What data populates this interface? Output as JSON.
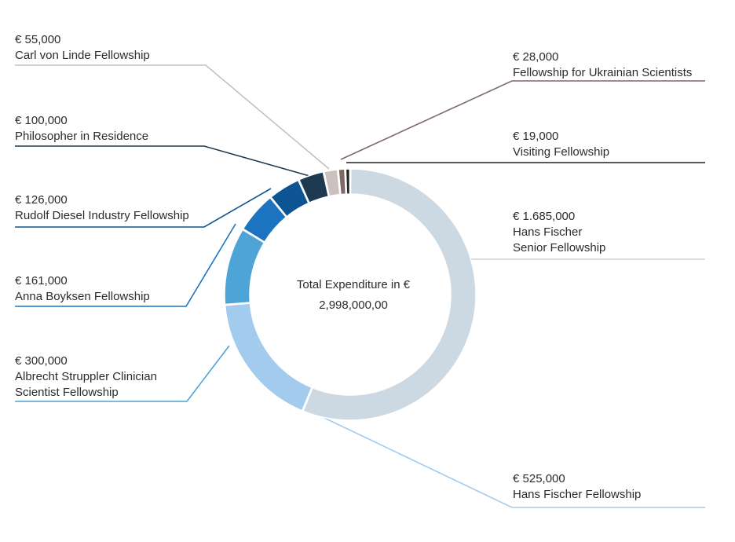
{
  "chart_data": {
    "type": "pie",
    "variant": "donut",
    "center_title": "Total Expenditure in €",
    "center_value": "2,998,000,00",
    "slices": [
      {
        "label_lines": [
          "Hans Fischer",
          "Senior Fellowship"
        ],
        "value_text": "€ 1.685,000",
        "value": 1685000,
        "color": "#cdd9e2"
      },
      {
        "label_lines": [
          "Hans Fischer Fellowship"
        ],
        "value_text": "€ 525,000",
        "value": 525000,
        "color": "#a2cbee"
      },
      {
        "label_lines": [
          "Albrecht Struppler Clinician",
          "Scientist Fellowship"
        ],
        "value_text": "€ 300,000",
        "value": 300000,
        "color": "#4ea4d7"
      },
      {
        "label_lines": [
          "Anna Boyksen Fellowship"
        ],
        "value_text": "€ 161,000",
        "value": 161000,
        "color": "#1c74c0"
      },
      {
        "label_lines": [
          "Rudolf Diesel Industry Fellowship"
        ],
        "value_text": "€ 126,000",
        "value": 126000,
        "color": "#0d5592"
      },
      {
        "label_lines": [
          "Philosopher in Residence"
        ],
        "value_text": "€ 100,000",
        "value": 100000,
        "color": "#1d3a52"
      },
      {
        "label_lines": [
          "Carl von Linde Fellowship"
        ],
        "value_text": "€ 55,000",
        "value": 55000,
        "color": "#cbc1bf"
      },
      {
        "label_lines": [
          "Fellowship for Ukrainian Scientists"
        ],
        "value_text": "€ 28,000",
        "value": 28000,
        "color": "#7d6966"
      },
      {
        "label_lines": [
          "Visiting Fellowship"
        ],
        "value_text": "€ 19,000",
        "value": 19000,
        "color": "#222222"
      }
    ]
  }
}
